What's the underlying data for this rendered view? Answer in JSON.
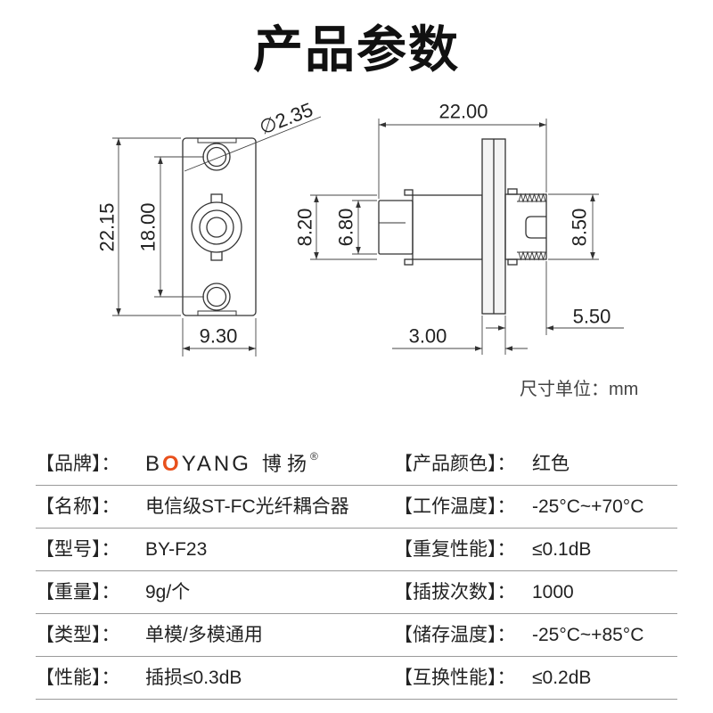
{
  "title": "产品参数",
  "drawing": {
    "front": {
      "dim_hole": "∅2.35",
      "dim_height": "22.15",
      "dim_hole_spacing": "18.00",
      "dim_width": "9.30"
    },
    "side": {
      "dim_length": "22.00",
      "dim_st_outer": "8.20",
      "dim_st_inner": "6.80",
      "dim_fc_thread": "8.50",
      "dim_flange": "3.00",
      "dim_fc_length": "5.50"
    },
    "unit_note": "尺寸单位：mm"
  },
  "brand_logo": {
    "letter_b": "B",
    "letter_o": "O",
    "letters_rest": "YANG",
    "chinese": "博 扬",
    "registered": "®",
    "accent_color": "#e8501c"
  },
  "specs": {
    "rows": [
      {
        "left": {
          "label": "【品牌】："
        },
        "right": {
          "label": "【产品颜色】：",
          "value": "红色"
        }
      },
      {
        "left": {
          "label": "【名称】：",
          "value": "电信级ST-FC光纤耦合器"
        },
        "right": {
          "label": "【工作温度】：",
          "value": "-25°C~+70°C"
        }
      },
      {
        "left": {
          "label": "【型号】：",
          "value": "BY-F23"
        },
        "right": {
          "label": "【重复性能】：",
          "value": "≤0.1dB"
        }
      },
      {
        "left": {
          "label": "【重量】：",
          "value": "9g/个"
        },
        "right": {
          "label": "【插拔次数】：",
          "value": "1000"
        }
      },
      {
        "left": {
          "label": "【类型】：",
          "value": "单模/多模通用"
        },
        "right": {
          "label": "【储存温度】：",
          "value": "-25°C~+85°C"
        }
      },
      {
        "left": {
          "label": "【性能】：",
          "value": "插损≤0.3dB"
        },
        "right": {
          "label": "【互换性能】：",
          "value": "≤0.2dB"
        }
      }
    ]
  }
}
